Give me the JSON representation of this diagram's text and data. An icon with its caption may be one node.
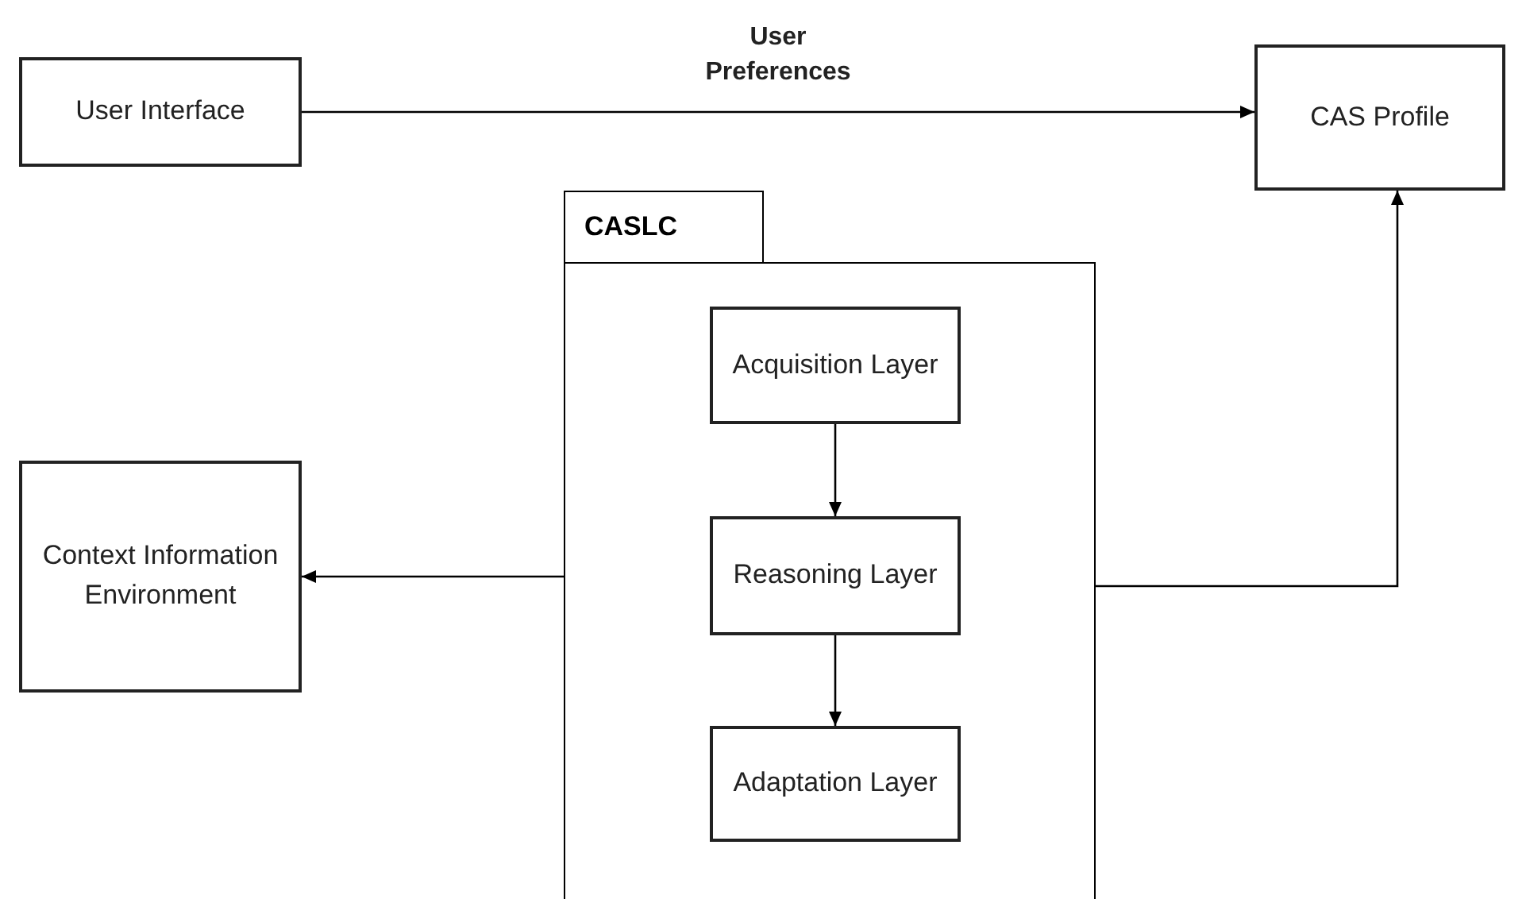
{
  "diagram": {
    "nodes": [
      {
        "text": [
          "User Interface"
        ]
      },
      {
        "text": [
          "CAS Profile"
        ]
      },
      {
        "text": [
          "CASLC"
        ]
      },
      {
        "text": [
          "Acquisition Layer"
        ],
        "in": 2
      },
      {
        "text": [
          "Reasoning Layer"
        ],
        "in": 2
      },
      {
        "text": [
          "Adaptation Layer"
        ],
        "in": 2
      },
      {
        "text": [
          "Context Information Environment"
        ]
      }
    ],
    "edges": [
      {
        "from": 0,
        "to": 1,
        "arrow": "to",
        "label": "User Preferences"
      },
      {
        "from": 3,
        "to": 4,
        "arrow": "to"
      },
      {
        "from": 4,
        "to": 5,
        "arrow": "to"
      },
      {
        "from": 2,
        "to": 6,
        "arrow": "to"
      },
      {
        "from": 2,
        "to": 1,
        "arrow": "to"
      }
    ]
  }
}
